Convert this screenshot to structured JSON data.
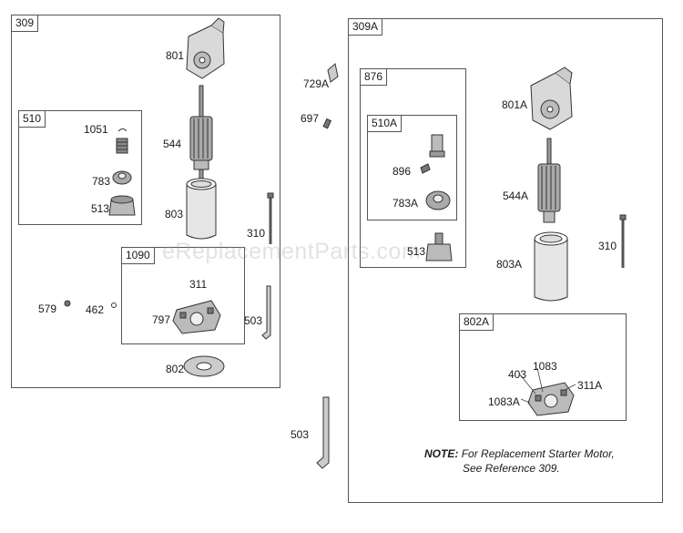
{
  "boxes": {
    "b309": "309",
    "b510": "510",
    "b1090": "1090",
    "b309A": "309A",
    "b876": "876",
    "b510A": "510A",
    "b802A": "802A"
  },
  "labels": {
    "p801": "801",
    "p1051": "1051",
    "p544": "544",
    "p783": "783",
    "p513": "513",
    "p803": "803",
    "p310": "310",
    "p311": "311",
    "p797": "797",
    "p579": "579",
    "p462": "462",
    "p503a": "503",
    "p802": "802",
    "p729A": "729A",
    "p697": "697",
    "p503b": "503",
    "p801A": "801A",
    "p896": "896",
    "p783A": "783A",
    "p544A": "544A",
    "p513b": "513",
    "p803A": "803A",
    "p310b": "310",
    "p403": "403",
    "p1083": "1083",
    "p311A": "311A",
    "p1083A": "1083A"
  },
  "watermark": "eReplacementParts.com",
  "note": {
    "prefix": "NOTE:",
    "line1": "For Replacement Starter Motor,",
    "line2": "See Reference 309."
  },
  "colors": {
    "line": "#555555",
    "part_stroke": "#333333",
    "part_fill": "#d9d9d9"
  }
}
